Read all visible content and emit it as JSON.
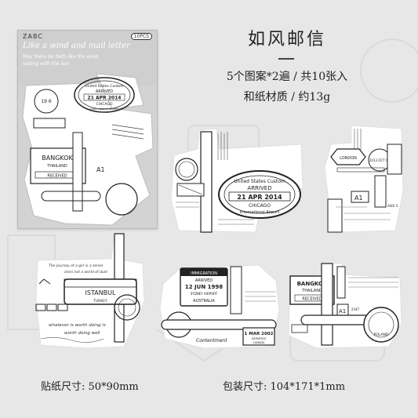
{
  "product": {
    "title": "如风邮信",
    "spec_line1": "5个图案*2遍 / 共10张入",
    "spec_line2": "和纸材质 / 约13g",
    "sticker_size": "贴纸尺寸: 50*90mm",
    "package_size": "包装尺寸: 104*171*1mm"
  },
  "package": {
    "brand": "ZABC",
    "count": "10PCS",
    "title": "Like a wind and mail letter",
    "sub1": "May there be faith like the wind,",
    "sub2": "lasting with the sun",
    "s_us": "United States Custom",
    "s_arrived": "ARRIVED",
    "s_date": "21 APR 2014",
    "s_chicago": "CHICAGO",
    "s_airport": "International Airport",
    "s_bangkok": "BANGKOK",
    "s_thailand": "THAILAND",
    "s_received": "RECEIVED",
    "s_a1": "A1",
    "s_19": "19 6"
  },
  "sticker1": {
    "us": "United States Custom",
    "arrived": "ARRIVED",
    "date": "21 APR 2014",
    "chicago": "CHICAGO",
    "airport": "International Airport"
  },
  "sticker2": {
    "london": "LONDON",
    "oct": "2013 OCT 09",
    "a1": "A1",
    "p5": "ASOI 5"
  },
  "sticker3": {
    "quote1": "The journey of a girl is a series",
    "quote2": "stars not a world of dust",
    "istanbul": "ISTANBUL",
    "turkey": "TURKEY",
    "w1": "whatever is worth doing is",
    "w2": "worth doing well"
  },
  "sticker4": {
    "immigration": "IMMIGRATION",
    "arrived": "ARRIVED",
    "date": "12 JUN 1998",
    "sydney": "SYDNEY AIRPORT",
    "australia": "AUSTRALIA",
    "mar": "1 MAR 2002",
    "departed": "DEPARTED",
    "canada": "CANADA",
    "contentment": "Contentment"
  },
  "sticker5": {
    "bangkok": "BANGKOK",
    "thailand": "THAILAND",
    "received": "RECEIVED",
    "a1": "A1",
    "poland": "POLAND",
    "n2347": "2347"
  }
}
